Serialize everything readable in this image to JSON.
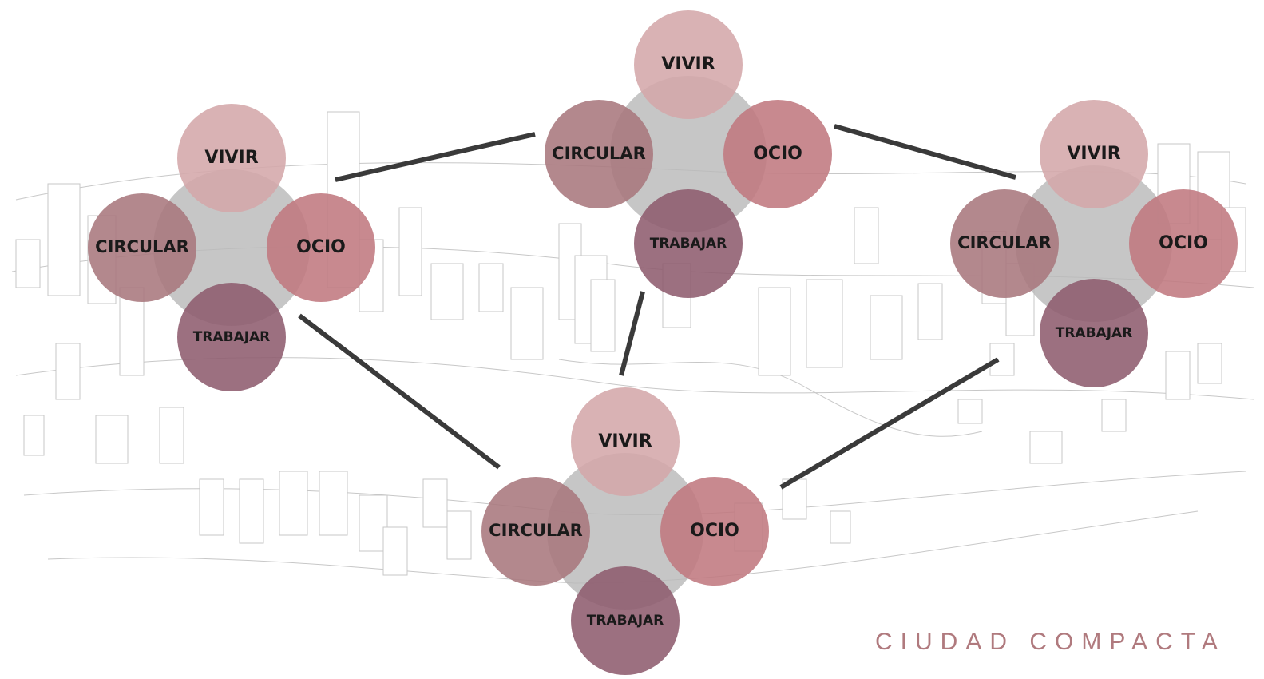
{
  "caption": "CIUDAD COMPACTA",
  "node_labels": {
    "vivir": "VIVIR",
    "circular": "CIRCULAR",
    "ocio": "OCIO",
    "trabajar": "TRABAJAR"
  },
  "clusters": [
    {
      "id": "left",
      "vivir": "VIVIR",
      "circular": "CIRCULAR",
      "ocio": "OCIO",
      "trabajar": "TRABAJAR"
    },
    {
      "id": "top",
      "vivir": "VIVIR",
      "circular": "CIRCULAR",
      "ocio": "OCIO",
      "trabajar": "TRABAJAR"
    },
    {
      "id": "right",
      "vivir": "VIVIR",
      "circular": "CIRCULAR",
      "ocio": "OCIO",
      "trabajar": "TRABAJAR"
    },
    {
      "id": "bottom",
      "vivir": "VIVIR",
      "circular": "CIRCULAR",
      "ocio": "OCIO",
      "trabajar": "TRABAJAR"
    }
  ],
  "connections": [
    {
      "from": "left",
      "to": "top"
    },
    {
      "from": "top",
      "to": "right"
    },
    {
      "from": "left",
      "to": "bottom"
    },
    {
      "from": "top",
      "to": "bottom"
    },
    {
      "from": "right",
      "to": "bottom"
    }
  ],
  "colors": {
    "vivir": "#d4a7aa",
    "circular": "#a8787d",
    "ocio": "#c0797f",
    "trabajar": "#8e5c6e",
    "cluster_core": "#b9b9b9",
    "connector": "#3a3a3a",
    "caption": "#b07a7e",
    "city_sketch": "#9a9a9a"
  }
}
